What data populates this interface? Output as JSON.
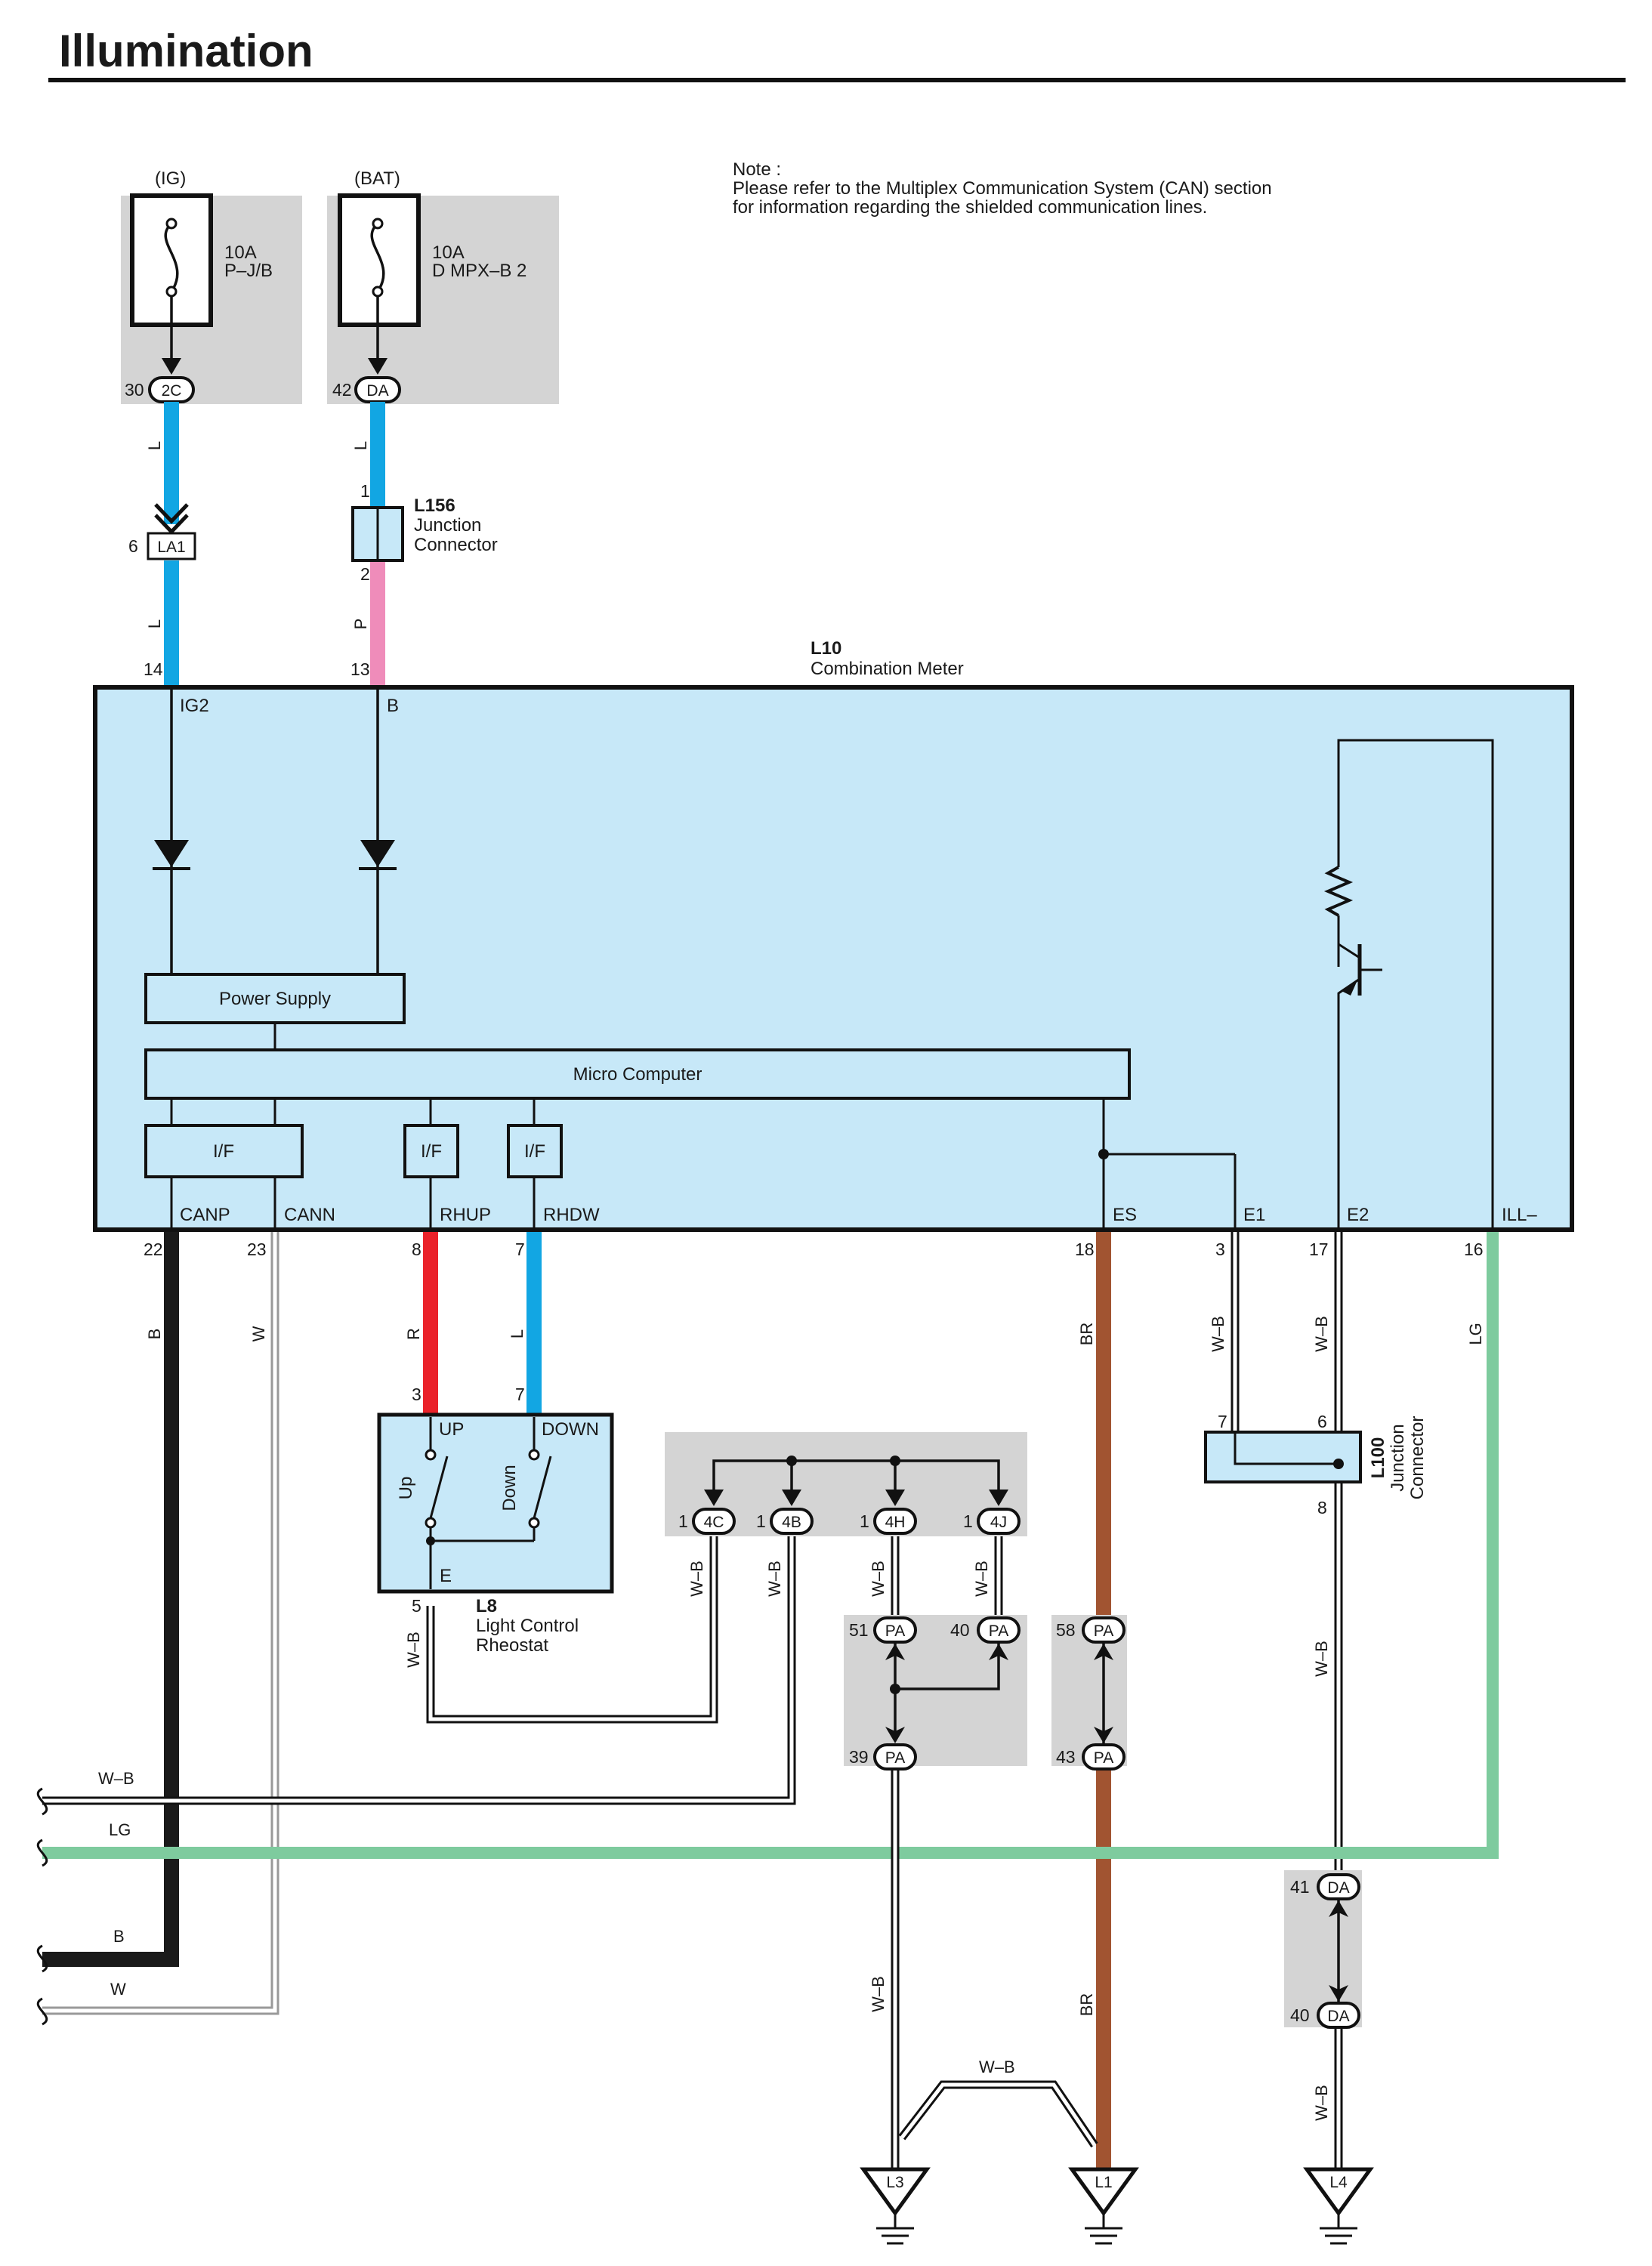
{
  "title": "Illumination",
  "note": {
    "heading": "Note :",
    "line1": "Please refer to the Multiplex Communication System (CAN) section",
    "line2": "for information regarding the shielded communication lines."
  },
  "fuses": [
    {
      "source": "(IG)",
      "rating": "10A",
      "name": "P–J/B",
      "pin": "30",
      "connector": "2C"
    },
    {
      "source": "(BAT)",
      "rating": "10A",
      "name": "D MPX–B 2",
      "pin": "42",
      "connector": "DA"
    }
  ],
  "connectors": {
    "la1": {
      "pin": "6",
      "label": "LA1"
    },
    "l156": {
      "id": "L156",
      "line1": "Junction",
      "line2": "Connector",
      "pin_in": "1",
      "pin_out": "2"
    },
    "l100": {
      "id": "L100",
      "line1": "Junction",
      "line2": "Connector",
      "pin_a": "7",
      "pin_b": "6",
      "pin_c": "8"
    }
  },
  "meter": {
    "id": "L10",
    "name": "Combination Meter",
    "power_supply": "Power Supply",
    "micro_computer": "Micro Computer",
    "interface": "I/F",
    "terminals": [
      {
        "pin": "14",
        "name": "IG2"
      },
      {
        "pin": "13",
        "name": "B"
      },
      {
        "pin": "22",
        "name": "CANP"
      },
      {
        "pin": "23",
        "name": "CANN"
      },
      {
        "pin": "8",
        "name": "RHUP"
      },
      {
        "pin": "7",
        "name": "RHDW"
      },
      {
        "pin": "18",
        "name": "ES"
      },
      {
        "pin": "3",
        "name": "E1"
      },
      {
        "pin": "17",
        "name": "E2"
      },
      {
        "pin": "16",
        "name": "ILL–"
      }
    ]
  },
  "rheostat": {
    "id": "L8",
    "line1": "Light Control",
    "line2": "Rheostat",
    "up": "UP",
    "down": "DOWN",
    "up_switch": "Up",
    "down_switch": "Down",
    "ground": "E",
    "pin_up": "3",
    "pin_down": "7",
    "pin_ground": "5"
  },
  "junction_block": [
    {
      "pin": "1",
      "label": "4C"
    },
    {
      "pin": "1",
      "label": "4B"
    },
    {
      "pin": "1",
      "label": "4H"
    },
    {
      "pin": "1",
      "label": "4J"
    }
  ],
  "pa_connectors": [
    {
      "pin": "51",
      "label": "PA"
    },
    {
      "pin": "40",
      "label": "PA"
    },
    {
      "pin": "39",
      "label": "PA"
    },
    {
      "pin": "58",
      "label": "PA"
    },
    {
      "pin": "43",
      "label": "PA"
    }
  ],
  "da_connectors": [
    {
      "pin": "41",
      "label": "DA"
    },
    {
      "pin": "40",
      "label": "DA"
    }
  ],
  "wire_colors": {
    "L": "L",
    "P": "P",
    "B": "B",
    "W": "W",
    "R": "R",
    "BR": "BR",
    "WB": "W–B",
    "LG": "LG"
  },
  "grounds": [
    "L3",
    "L1",
    "L4"
  ],
  "colors": {
    "L": "#12a6e3",
    "P": "#ef8cba",
    "R": "#ea222a",
    "B": "#1a1a1a",
    "BR": "#a15431",
    "LG": "#7ecb9e",
    "box_fill": "#c7e8f8",
    "grey_fill": "#d4d4d4"
  }
}
